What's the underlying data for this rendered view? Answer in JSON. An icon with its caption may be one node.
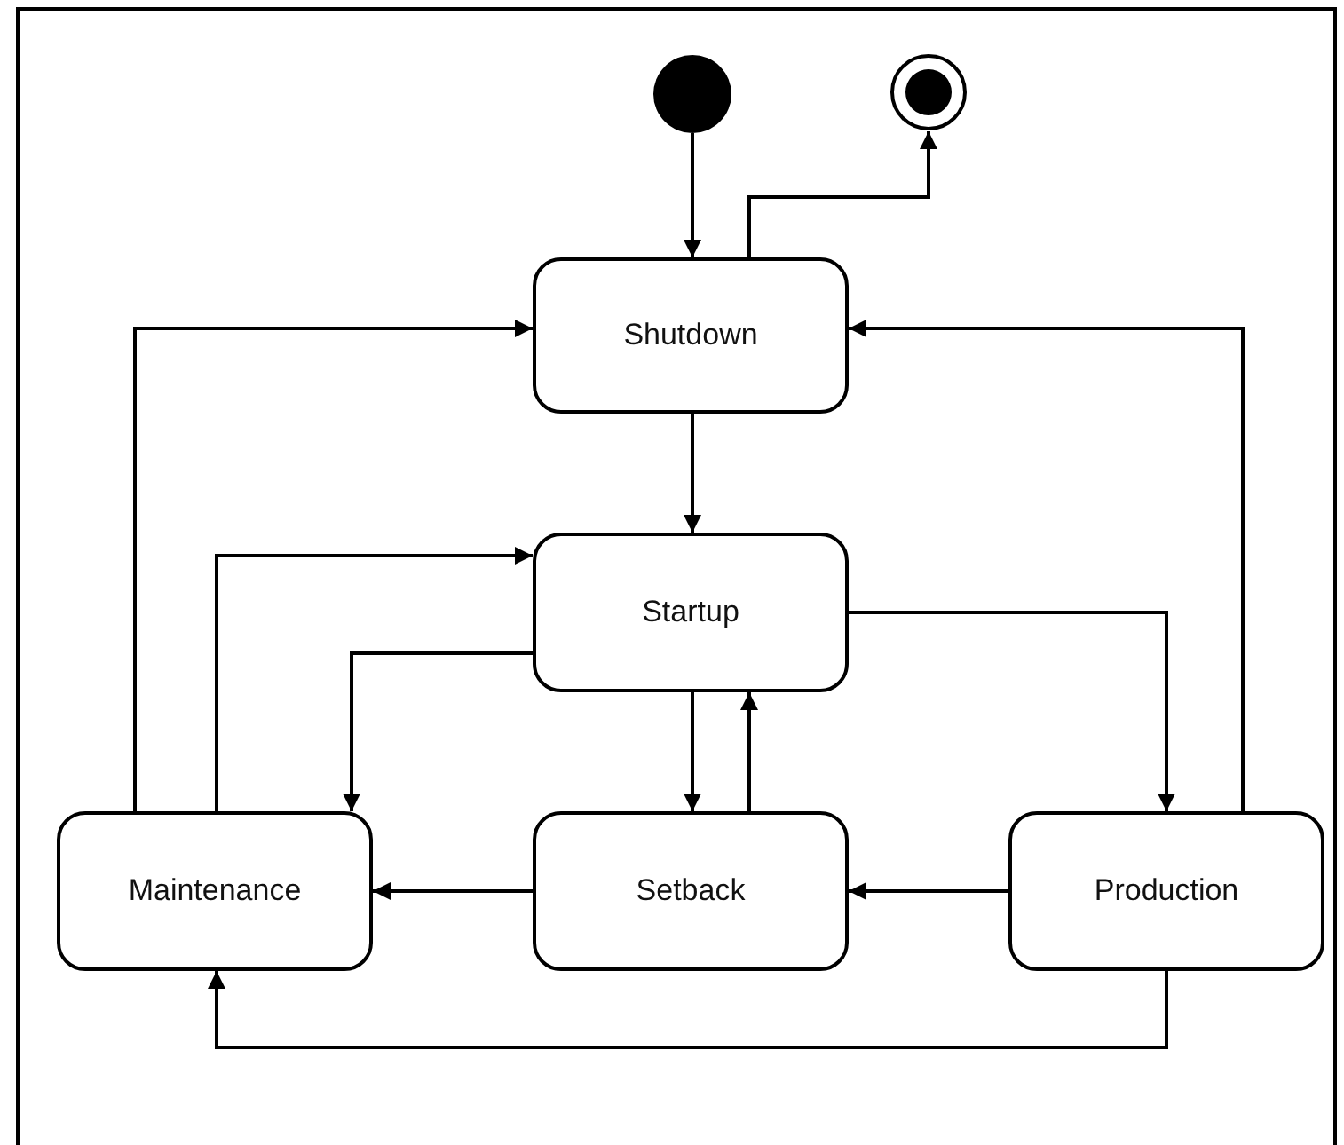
{
  "diagram": {
    "nodes": [
      {
        "text": [],
        "shape": "circle"
      },
      {
        "text": [],
        "shape": "circle"
      },
      {
        "text": [
          "Shutdown"
        ]
      },
      {
        "text": [
          "Startup"
        ]
      },
      {
        "text": [
          "Maintenance"
        ]
      },
      {
        "text": [
          "Setback"
        ]
      },
      {
        "text": [
          "Production"
        ]
      }
    ],
    "edges": [
      {
        "from": 0,
        "to": 2,
        "arrow": "to"
      },
      {
        "from": 2,
        "to": 1,
        "arrow": "to"
      },
      {
        "from": 2,
        "to": 3,
        "arrow": "to"
      },
      {
        "from": 4,
        "to": 2,
        "arrow": "to"
      },
      {
        "from": 4,
        "to": 3,
        "arrow": "to"
      },
      {
        "from": 3,
        "to": 4,
        "arrow": "to"
      },
      {
        "from": 3,
        "to": 5,
        "arrow": "to"
      },
      {
        "from": 5,
        "to": 3,
        "arrow": "to"
      },
      {
        "from": 3,
        "to": 6,
        "arrow": "to"
      },
      {
        "from": 6,
        "to": 2,
        "arrow": "to"
      },
      {
        "from": 6,
        "to": 5,
        "arrow": "to"
      },
      {
        "from": 5,
        "to": 4,
        "arrow": "to"
      },
      {
        "from": 6,
        "to": 4,
        "arrow": "to"
      }
    ]
  }
}
